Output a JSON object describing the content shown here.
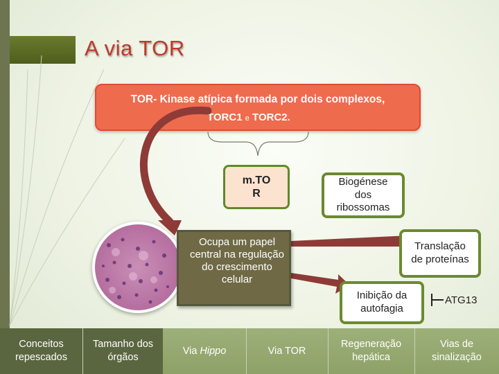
{
  "slide": {
    "title": "A via TOR",
    "definition_line1": "TOR- Kinase atípica formada por dois complexos,",
    "definition_line2_a": "TORC1",
    "definition_line2_conj": "e",
    "definition_line2_b": "TORC2."
  },
  "diagram": {
    "mtor_label": "m.TO\nR",
    "central_text": "Ocupa um papel central na regulação do crescimento celular",
    "boxes": {
      "ribossomas": "Biogénese dos ribossomas",
      "proteinas": "Translação de proteínas",
      "autofagia": "Inibição da autofagia"
    },
    "inhibited_label": "ATG13"
  },
  "nav": {
    "items": [
      {
        "label": "Conceitos repescados"
      },
      {
        "label": "Tamanho dos órgãos"
      },
      {
        "label_prefix": "Via ",
        "label_em": "Hippo"
      },
      {
        "label": "Via TOR"
      },
      {
        "label": "Regeneração hepática"
      },
      {
        "label": "Vias de sinalização"
      }
    ]
  },
  "colors": {
    "title": "#c0392b",
    "definition_box": "#ef6b4e",
    "box_border": "#6b8a2e",
    "nav_bar": "#9eb07a",
    "nav_dark": "#5a6640"
  },
  "icons": [
    "brace-icon",
    "curved-arrow-icon",
    "inhibition-arrow-icon",
    "histology-image"
  ]
}
